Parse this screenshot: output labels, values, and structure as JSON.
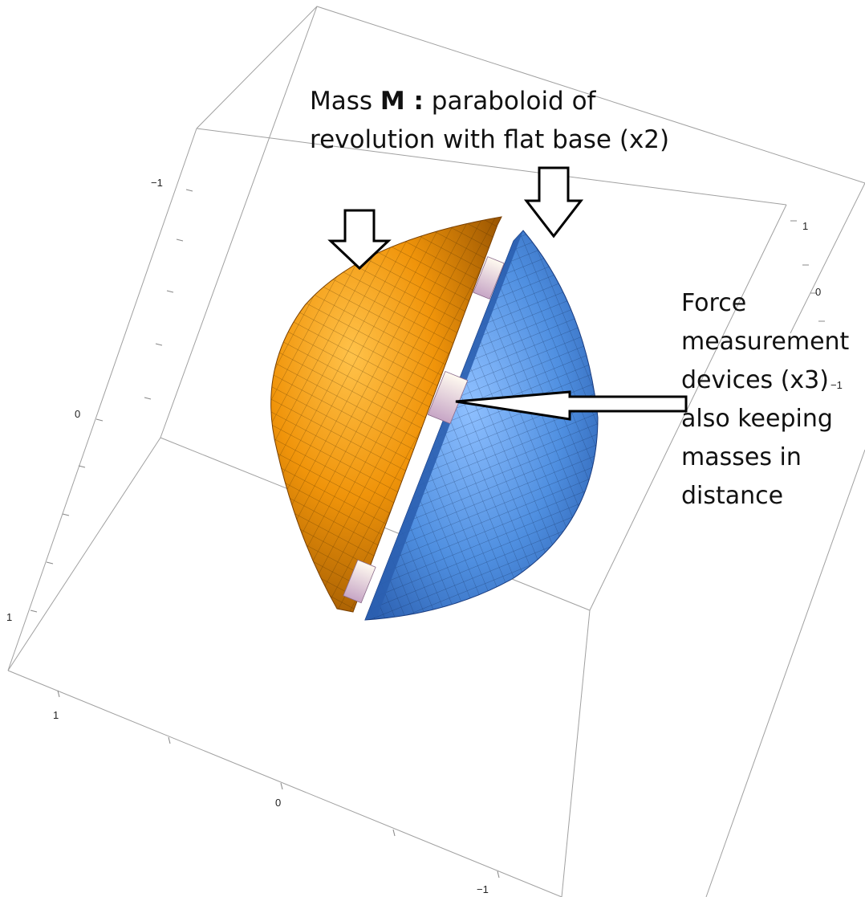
{
  "annotations": {
    "mass_line1_prefix": "Mass ",
    "mass_line1_bold": "M :",
    "mass_line1_suffix": " paraboloid of",
    "mass_line2": "revolution with flat base (x2)",
    "force_lines": [
      "Force",
      "measurement",
      "devices (x3)",
      "also keeping",
      "masses in",
      "distance"
    ]
  },
  "axes": {
    "ticks": [
      "−1",
      "0",
      "1",
      "1",
      "0",
      "−1",
      "1",
      "0",
      "−1"
    ]
  },
  "colors": {
    "orange_mass": "#f0940a",
    "blue_mass": "#4f8fe0",
    "device": "#f6eef0",
    "frame": "#9a9a9a"
  }
}
